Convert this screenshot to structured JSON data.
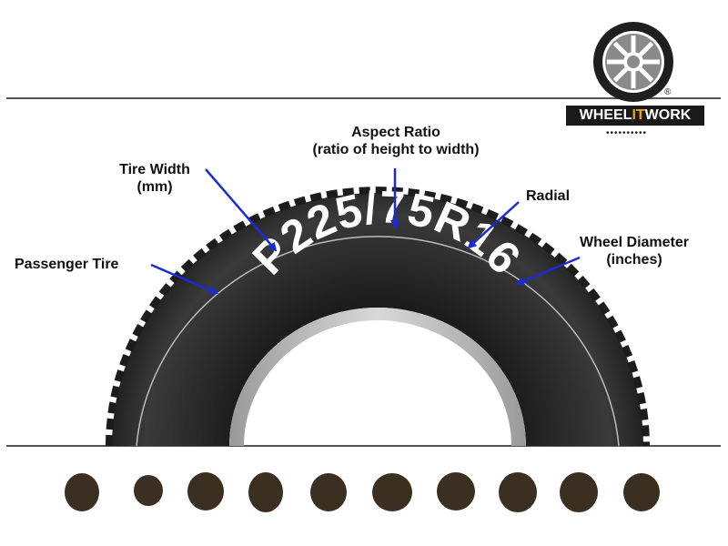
{
  "tire_code": "P225/75R16",
  "labels": {
    "passenger_tire": "Passenger Tire",
    "tire_width_line1": "Tire Width",
    "tire_width_line2": "(mm)",
    "aspect_ratio_line1": "Aspect Ratio",
    "aspect_ratio_line2": "(ratio of height to width)",
    "radial": "Radial",
    "wheel_diameter_line1": "Wheel Diameter",
    "wheel_diameter_line2": "(inches)"
  },
  "logo": {
    "part1": "WHEEL",
    "part2": "IT",
    "part3": "WORK",
    "registered": "®",
    "dots": "••••••••••"
  },
  "colors": {
    "arrow": "#1a2bd6",
    "tire": "#1c1c1c",
    "tread_marks": "#3a2f20",
    "logo_accent": "#f0a500"
  },
  "icons": [
    "wheel-logo-icon",
    "tread-mark-icon"
  ]
}
